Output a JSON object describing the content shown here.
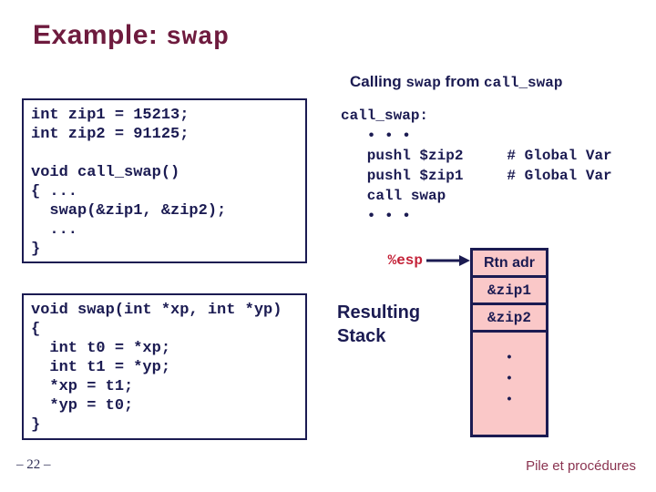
{
  "title": {
    "prefix": "Example: ",
    "code": "swap"
  },
  "heading": {
    "part1": "Calling ",
    "code1": "swap",
    "part2": " from ",
    "code2": "call_swap"
  },
  "code_boxes": {
    "call_swap": "int zip1 = 15213;\nint zip2 = 91125;\n\nvoid call_swap()\n{ ...\n  swap(&zip1, &zip2);\n  ...\n}",
    "swap": "void swap(int *xp, int *yp)\n{\n  int t0 = *xp;\n  int t1 = *yp;\n  *xp = t1;\n  *yp = t0;\n}"
  },
  "asm_code": "call_swap:\n   • • •\n   pushl $zip2     # Global Var\n   pushl $zip1     # Global Var\n   call swap\n   • • •",
  "stack": {
    "esp_label": "%esp",
    "caption": "Resulting\nStack",
    "cells": [
      "Rtn adr",
      "&zip1",
      "&zip2"
    ],
    "dots": "•\n•\n•"
  },
  "footer": {
    "page": "– 22 –",
    "right": "Pile et procédures"
  },
  "colors": {
    "navy": "#1b1b52",
    "maroon": "#6e1b3e",
    "esp_red": "#c42238",
    "stack_pink": "#fac8c8"
  }
}
